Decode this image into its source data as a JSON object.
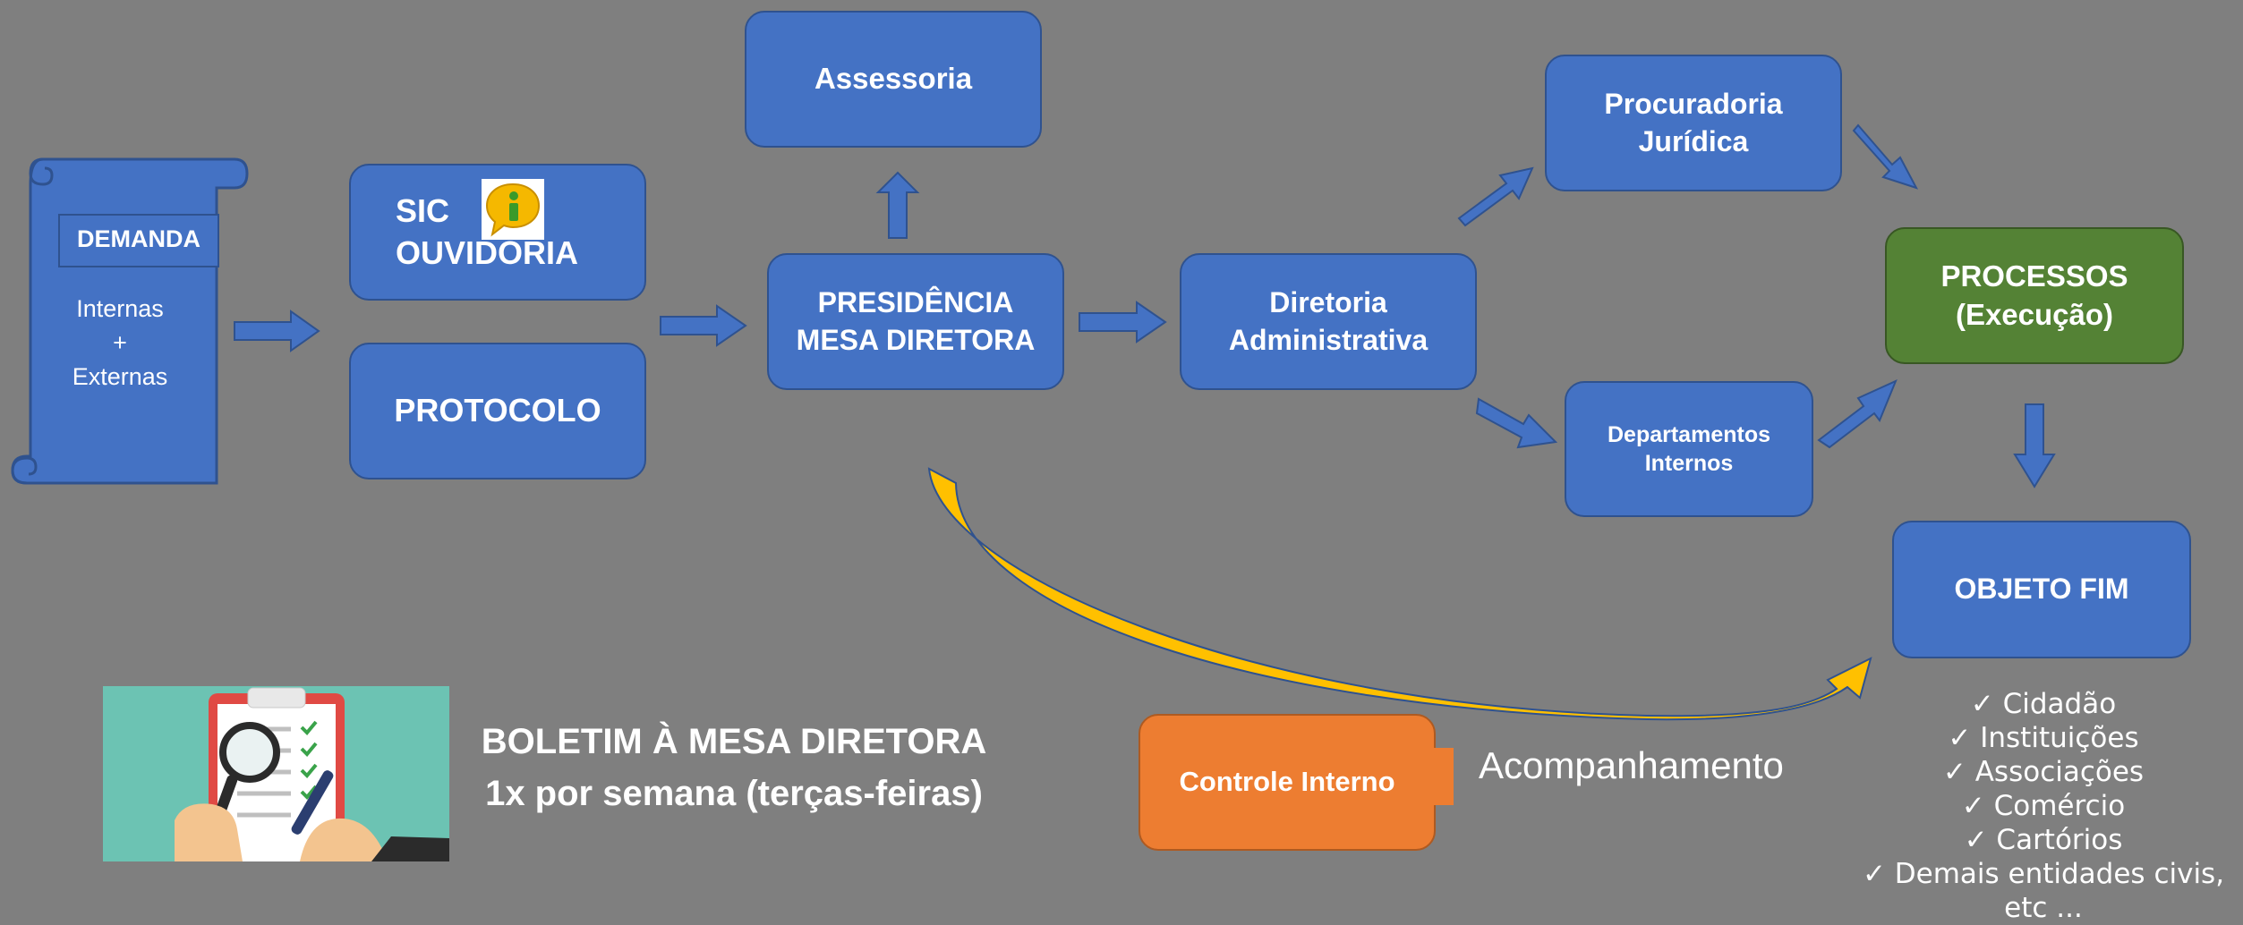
{
  "demanda": {
    "title": "DEMANDA",
    "line1": "Internas",
    "line2": "+",
    "line3": "Externas"
  },
  "sic": {
    "line1": "SIC",
    "line2": "OUVIDORIA",
    "icon": "info-icon"
  },
  "protocolo": {
    "label": "PROTOCOLO"
  },
  "assessoria": {
    "label": "Assessoria"
  },
  "presidencia": {
    "line1": "PRESIDÊNCIA",
    "line2": "MESA DIRETORA"
  },
  "diretoria": {
    "line1": "Diretoria",
    "line2": "Administrativa"
  },
  "procuradoria": {
    "line1": "Procuradoria",
    "line2": "Jurídica"
  },
  "departamentos": {
    "line1": "Departamentos",
    "line2": "Internos"
  },
  "processos": {
    "line1": "PROCESSOS",
    "line2": "(Execução)"
  },
  "objeto": {
    "label": "OBJETO FIM"
  },
  "controle": {
    "label": "Controle Interno"
  },
  "acompanhamento": {
    "label": "Acompanhamento"
  },
  "boletim": {
    "line1": "BOLETIM À MESA DIRETORA",
    "line2": "1x por semana (terças-feiras)"
  },
  "beneficiarios": [
    "✓ Cidadão",
    "✓ Instituições",
    "✓ Associações",
    "✓ Comércio",
    "✓ Cartórios",
    "✓ Demais entidades civis,",
    "etc ..."
  ],
  "colors": {
    "background": "#7f7f7f",
    "box": "#4472c4",
    "green": "#548235",
    "orange": "#ed7d31",
    "curve": "#ffc000"
  }
}
